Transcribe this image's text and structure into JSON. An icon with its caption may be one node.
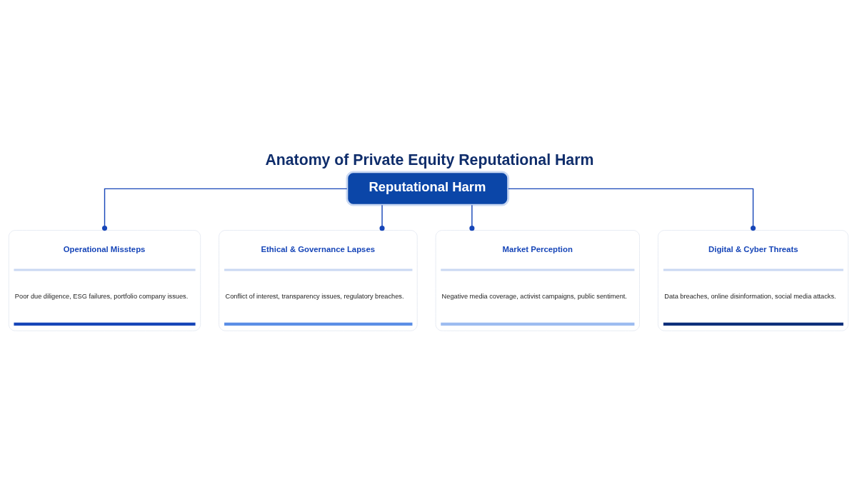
{
  "diagram": {
    "title": "Anatomy of Private Equity Reputational Harm",
    "nodes": [
      {
        "text": [
          "Reputational Harm"
        ]
      },
      {
        "text": [
          "Operational Missteps",
          "Poor due diligence, ESG failures, portfolio company issues."
        ]
      },
      {
        "text": [
          "Ethical & Governance Lapses",
          "Conflict of interest, transparency issues, regulatory breaches."
        ]
      },
      {
        "text": [
          "Market Perception",
          "Negative media coverage, activist campaigns, public sentiment."
        ]
      },
      {
        "text": [
          "Digital & Cyber Threats",
          "Data breaches, online disinformation, social media attacks."
        ]
      }
    ],
    "edges": [
      {
        "from": 0,
        "to": 1,
        "arrow": "other"
      },
      {
        "from": 0,
        "to": 2,
        "arrow": "other"
      },
      {
        "from": 0,
        "to": 3,
        "arrow": "other"
      },
      {
        "from": 0,
        "to": 4,
        "arrow": "other"
      }
    ]
  }
}
